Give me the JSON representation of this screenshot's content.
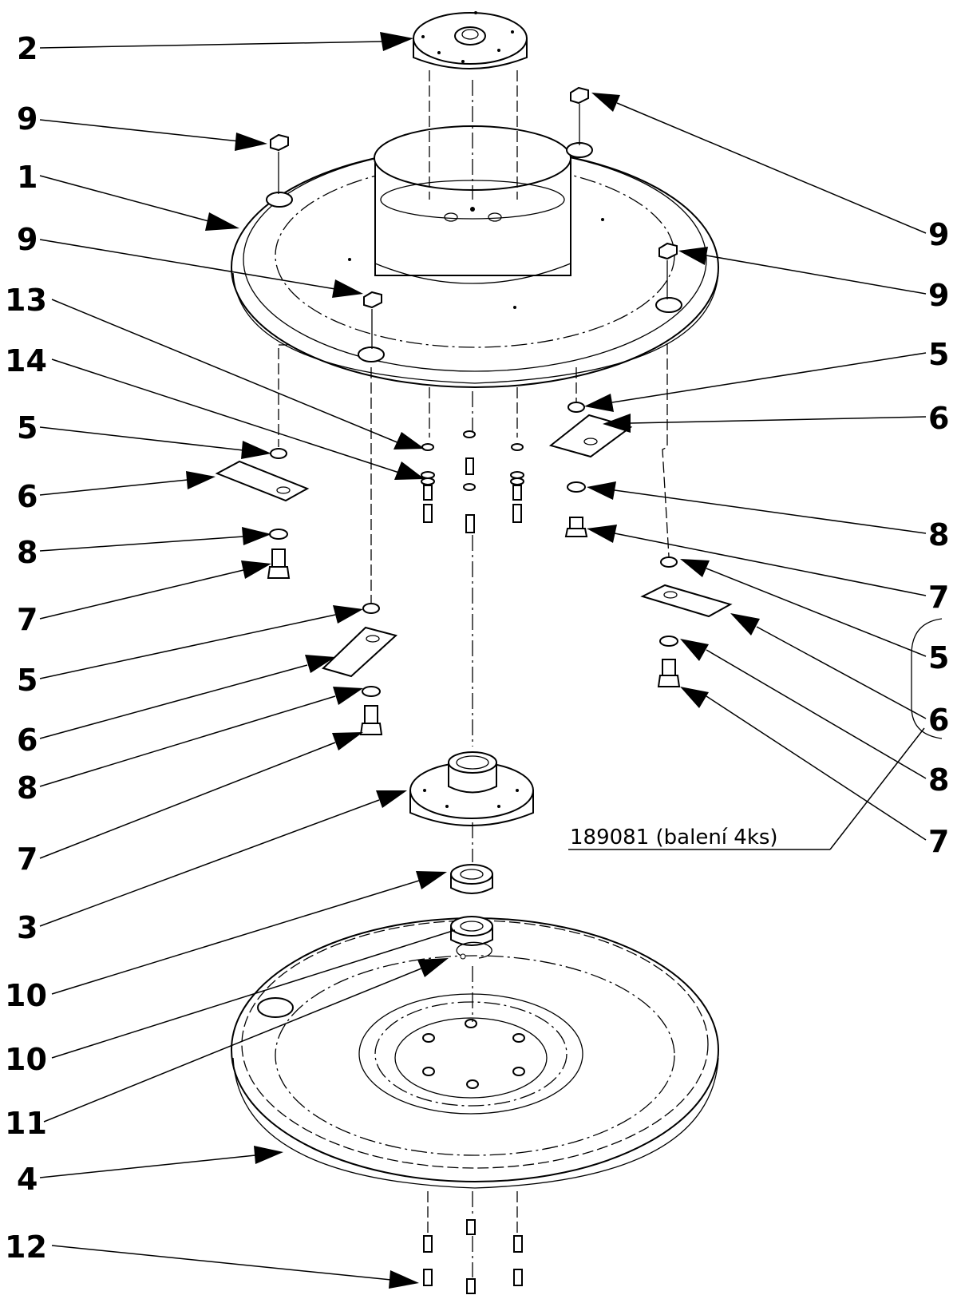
{
  "callouts": {
    "c2": "2",
    "c9a": "9",
    "c1": "1",
    "c9b": "9",
    "c13": "13",
    "c14": "14",
    "c5a": "5",
    "c6a": "6",
    "c8a": "8",
    "c7a": "7",
    "c5b": "5",
    "c6b": "6",
    "c8b": "8",
    "c7b": "7",
    "c3": "3",
    "c10a": "10",
    "c10b": "10",
    "c11": "11",
    "c4": "4",
    "c12": "12",
    "r9a": "9",
    "r9b": "9",
    "r5a": "5",
    "r6a": "6",
    "r8a": "8",
    "r7a": "7",
    "r5b": "5",
    "r6b": "6",
    "r8b": "8",
    "r7b": "7"
  },
  "kit_label": "189081 (balení 4ks)"
}
